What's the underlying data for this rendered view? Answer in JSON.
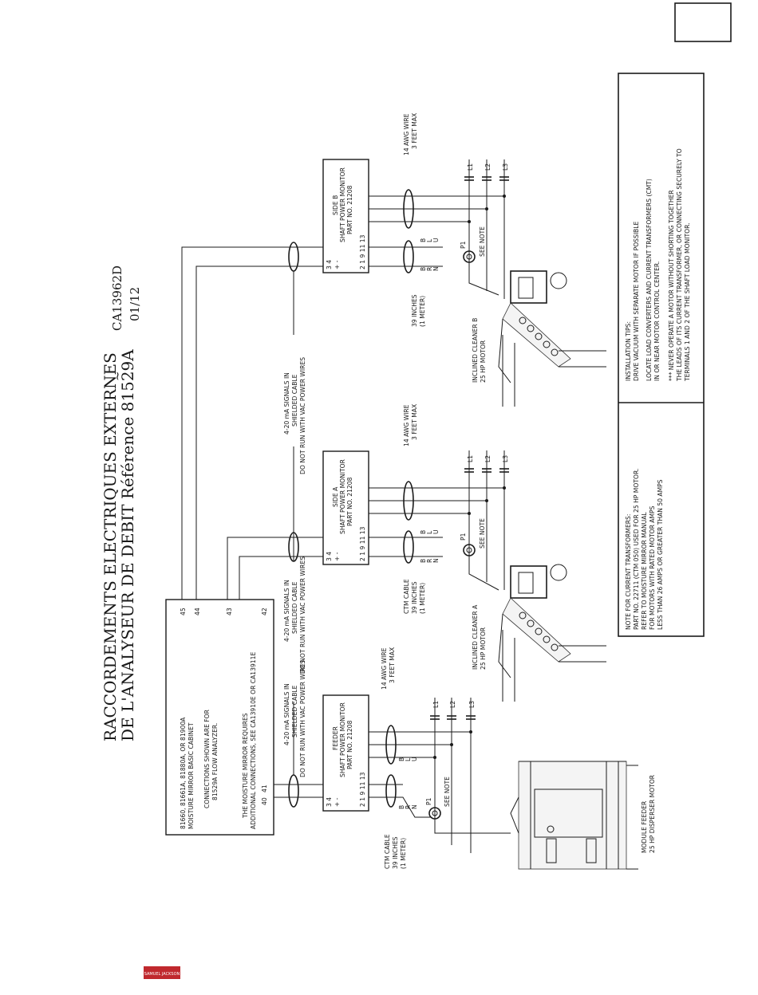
{
  "page_marker": "",
  "title": {
    "line1": "RACCORDEMENTS ELECTRIQUES EXTERNES",
    "line2": "DE L'ANALYSEUR DE DEBIT Référence 81529A"
  },
  "doc": {
    "tilde": "~",
    "code": "CA13962D",
    "page": "01/12"
  },
  "cabinet": {
    "lines": [
      "81660, 81661A, 81880A, OR 81900A",
      "MOISTURE MIRROR BASIC CABINET"
    ],
    "connections": [
      "CONNECTIONS SHOWN ARE FOR",
      "81529A FLOW ANALYZER."
    ],
    "note": [
      "THE MOISTURE MIRROR REQUIRES",
      "ADDITIONAL CONNECTIONS, SEE CA13910E OR CA13911E"
    ],
    "terminals": [
      "40",
      "41",
      "42",
      "43",
      "44",
      "45"
    ]
  },
  "monitors": [
    {
      "header": "FEEDER",
      "name": "SHAFT POWER MONITOR",
      "part": "PART NO. 21208",
      "top_terms": "3    4",
      "polarity": "+    -",
      "bottom_terms": "2    1     9   11   13"
    },
    {
      "header": "SIDE  A",
      "name": "SHAFT POWER MONITOR",
      "part": "PART NO. 21208",
      "top_terms": "3    4",
      "polarity": "+    -",
      "bottom_terms": "2    1     9   11   13"
    },
    {
      "header": "SIDE  B",
      "name": "SHAFT POWER MONITOR",
      "part": "PART NO. 21208",
      "top_terms": "3    4",
      "polarity": "+    -",
      "bottom_terms": "2    1     9   11   13"
    }
  ],
  "signal_note": {
    "l1": "4-20 mA SIGNALS IN",
    "l2": "SHIELDED CABLE",
    "l3": "DO NOT RUN WITH VAC POWER WIRES"
  },
  "wire_note": {
    "l1": "14  AWG WIRE",
    "l2": "3 FEET MAX"
  },
  "lines": [
    "L1",
    "L2",
    "L3"
  ],
  "see_note": "SEE NOTE",
  "p1": "P1",
  "ctm_cable": {
    "l1": "CTM CABLE",
    "l2": "39 INCHES",
    "l3": "(1 METER)"
  },
  "ctm_b": {
    "l1": "39 INCHES",
    "l2": "(1 METER)"
  },
  "wire_colors": [
    "B",
    "R",
    "N"
  ],
  "wire_colors_b": [
    "B",
    "L",
    "U"
  ],
  "feeder_motor": {
    "l1": "MODULE FEEDER",
    "l2": "25 HP DISPERSER MOTOR"
  },
  "cleaner_a": {
    "l1": "INCLINED CLEANER  A",
    "l2": "25 HP MOTOR"
  },
  "cleaner_b": {
    "l1": "INCLINED CLEANER  B",
    "l2": "25 HP MOTOR"
  },
  "notes_ct": [
    "NOTE FOR CURRENT TRANSFORMERS:",
    "PART NO. 22711 (CTM 050) USED FOR 25 HP MOTOR.",
    "REFER TO MOISTURE MIRROR MANUAL",
    "FOR MOTORS WITH RATED MOTOR AMPS",
    "LESS THAN 26 AMPS OR GREATER THAN  50 AMPS"
  ],
  "tips": [
    "INSTALLATION TIPS:",
    "DRIVE VACUUM WITH SEPARATE MOTOR IF POSSIBLE",
    "",
    "LOCATE LOAD CONVERTERS AND CURRENT TRANSFORMERS (CMT)",
    "IN OR NEAR MOTOR CONTROL CENTER.",
    "",
    "*** NEVER OPERATE A MOTOR WITHOUT SHORTING TOGETHER",
    "THE LEADS OF ITS CURRENT TRANSFORMER, OR CONNECTING SECURELY TO",
    "TERMINALS 1 AND 2 OF THE SHAFT LOAD MONITOR."
  ],
  "logo": "SAMUEL JACKSON",
  "colors": {
    "ink": "#1a1a1a",
    "logo": "#c0282d"
  }
}
